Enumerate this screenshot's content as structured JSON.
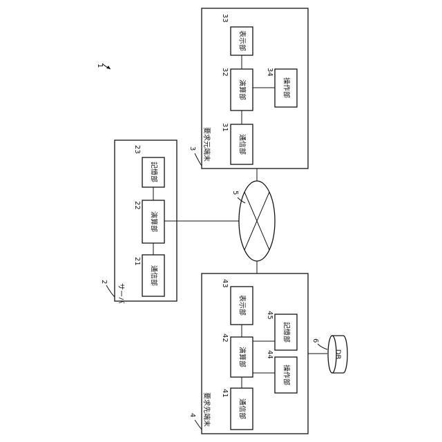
{
  "system": {
    "ref": "1"
  },
  "server": {
    "ref": "2",
    "title": "サーバ",
    "units": [
      {
        "ref": "21",
        "label": "通信部"
      },
      {
        "ref": "22",
        "label": "演算部"
      },
      {
        "ref": "23",
        "label": "記憶部"
      }
    ]
  },
  "requester": {
    "ref": "3",
    "title": "要求元端末",
    "units": [
      {
        "ref": "31",
        "label": "通信部"
      },
      {
        "ref": "32",
        "label": "演算部"
      },
      {
        "ref": "33",
        "label": "表示部"
      },
      {
        "ref": "34",
        "label": "操作部"
      }
    ]
  },
  "requestee": {
    "ref": "4",
    "title": "要求先端末",
    "units": [
      {
        "ref": "41",
        "label": "通信部"
      },
      {
        "ref": "42",
        "label": "演算部"
      },
      {
        "ref": "43",
        "label": "表示部"
      },
      {
        "ref": "44",
        "label": "操作部"
      },
      {
        "ref": "45",
        "label": "記憶部"
      }
    ]
  },
  "network": {
    "ref": "5"
  },
  "database": {
    "ref": "6",
    "label": "DB"
  }
}
